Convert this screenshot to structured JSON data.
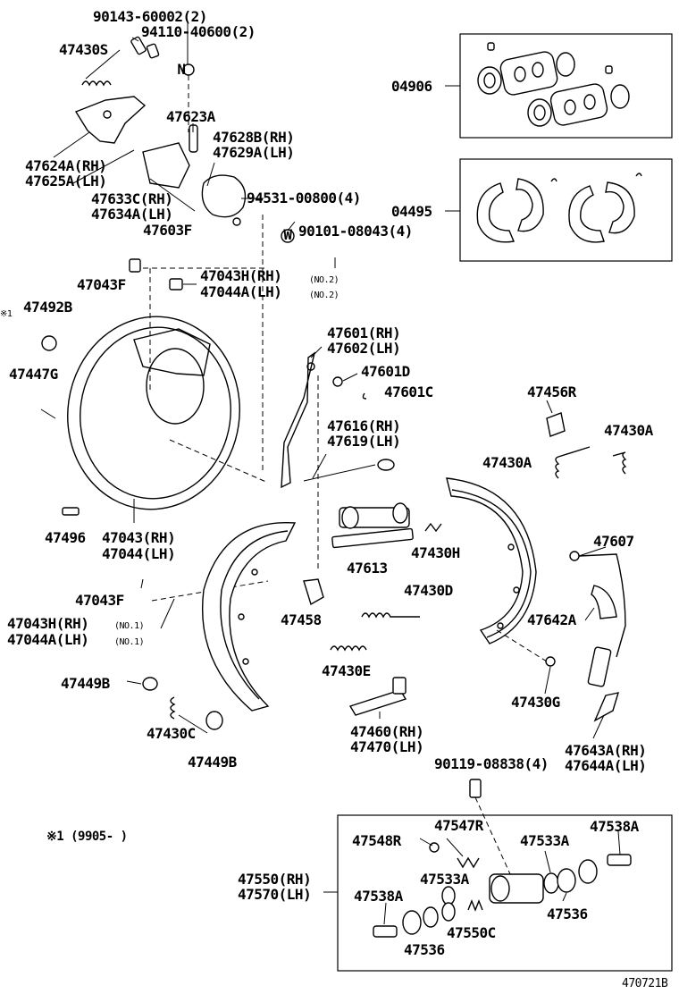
{
  "labels": {
    "l_90143": "90143-60002(2)",
    "l_94110": "94110-40600(2)",
    "l_47430S": "47430S",
    "l_47623A": "47623A",
    "l_47628B": "47628B(RH)",
    "l_47629A": "47629A(LH)",
    "l_47624A": "47624A(RH)",
    "l_47625A": "47625A(LH)",
    "l_47633C": "47633C(RH)",
    "l_47634A": "47634A(LH)",
    "l_94531": "94531-00800(4)",
    "l_47603F": "47603F",
    "l_90101": "90101-08043(4)",
    "l_04906": "04906",
    "l_04495": "04495",
    "l_47043F_a": "47043F",
    "l_47043H_a": "47043H(RH)",
    "l_47044A_a": "47044A(LH)",
    "l_no2_a": "(NO.2)",
    "l_no2_b": "(NO.2)",
    "l_ref1": "※1",
    "l_47492B": "47492B",
    "l_47447G": "47447G",
    "l_47601": "47601(RH)",
    "l_47602": "47602(LH)",
    "l_47601D": "47601D",
    "l_47601C": "47601C",
    "l_47456R": "47456R",
    "l_47430A_a": "47430A",
    "l_47430A_b": "47430A",
    "l_47616": "47616(RH)",
    "l_47619": "47619(LH)",
    "l_47496": "47496",
    "l_47043RH": "47043(RH)",
    "l_47044LH": "47044(LH)",
    "l_47613": "47613",
    "l_47430H": "47430H",
    "l_47607": "47607",
    "l_47043F_b": "47043F",
    "l_47043H_b": "47043H(RH)",
    "l_47044A_b": "47044A(LH)",
    "l_no1_a": "(NO.1)",
    "l_no1_b": "(NO.1)",
    "l_47458": "47458",
    "l_47430D": "47430D",
    "l_47642A": "47642A",
    "l_47449B_a": "47449B",
    "l_47430E": "47430E",
    "l_47430G": "47430G",
    "l_47430C": "47430C",
    "l_47449B_b": "47449B",
    "l_47460": "47460(RH)",
    "l_47470": "47470(LH)",
    "l_47643A": "47643A(RH)",
    "l_47644A": "47644A(LH)",
    "l_90119": "90119-08838(4)",
    "l_note": "※1 (9905-      )",
    "l_47548R": "47548R",
    "l_47547R": "47547R",
    "l_47533A_a": "47533A",
    "l_47538A_a": "47538A",
    "l_47550": "47550(RH)",
    "l_47570": "47570(LH)",
    "l_47533A_b": "47533A",
    "l_47538A_b": "47538A",
    "l_47536_a": "47536",
    "l_47550C": "47550C",
    "l_47536_b": "47536",
    "l_figure_id": "470721B"
  },
  "symbols": {
    "n_mark": "N",
    "w_mark": "W"
  }
}
